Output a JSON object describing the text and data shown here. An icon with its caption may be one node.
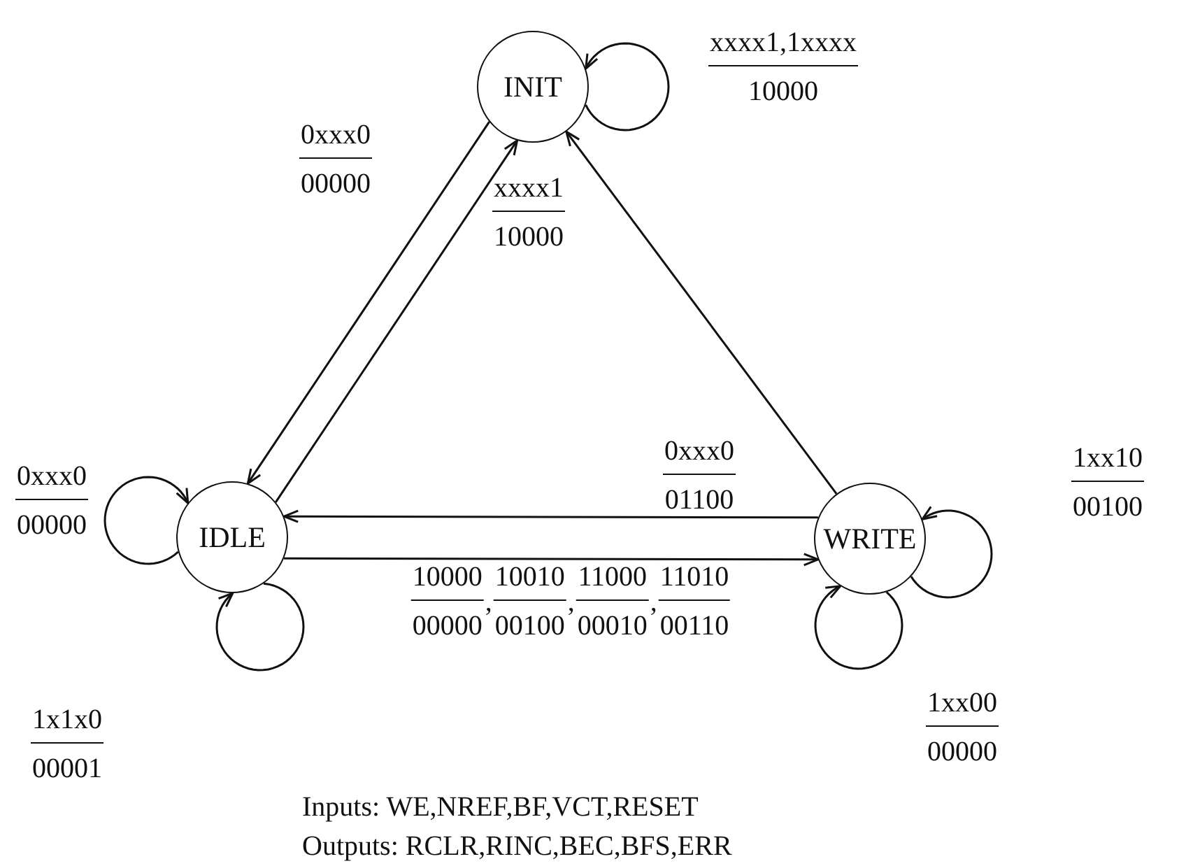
{
  "diagram": {
    "nodes": [
      {
        "text": [
          "INIT"
        ]
      },
      {
        "text": [
          "IDLE"
        ]
      },
      {
        "text": [
          "WRITE"
        ]
      }
    ],
    "edges": [
      {
        "from": 0,
        "to": 0,
        "arrow": "to",
        "label": "xxxx1,1xxxx 10000"
      },
      {
        "from": 0,
        "to": 1,
        "arrow": "to",
        "label": "0xxx0 00000"
      },
      {
        "from": 1,
        "to": 0,
        "arrow": "to",
        "label": "xxxx1 10000"
      },
      {
        "from": 2,
        "to": 0,
        "arrow": "to"
      },
      {
        "from": 2,
        "to": 1,
        "arrow": "to",
        "label": "0xxx0 01100"
      },
      {
        "from": 1,
        "to": 2,
        "arrow": "to",
        "label": "10000 00000 , 10010 00100 , 11000 00010 , 11010 00110"
      },
      {
        "from": 1,
        "to": 1,
        "arrow": "to",
        "label": "0xxx0 00000"
      },
      {
        "from": 1,
        "to": 1,
        "arrow": "to",
        "label": "1x1x0 00001"
      },
      {
        "from": 2,
        "to": 2,
        "arrow": "to",
        "label": "1xx10 00100"
      },
      {
        "from": 2,
        "to": 2,
        "arrow": "to",
        "label": "1xx00 00000"
      }
    ],
    "labels": [
      "Inputs: WE,NREF,BF,VCT,RESET",
      "Outputs: RCLR,RINC,BEC,BFS,ERR"
    ]
  }
}
